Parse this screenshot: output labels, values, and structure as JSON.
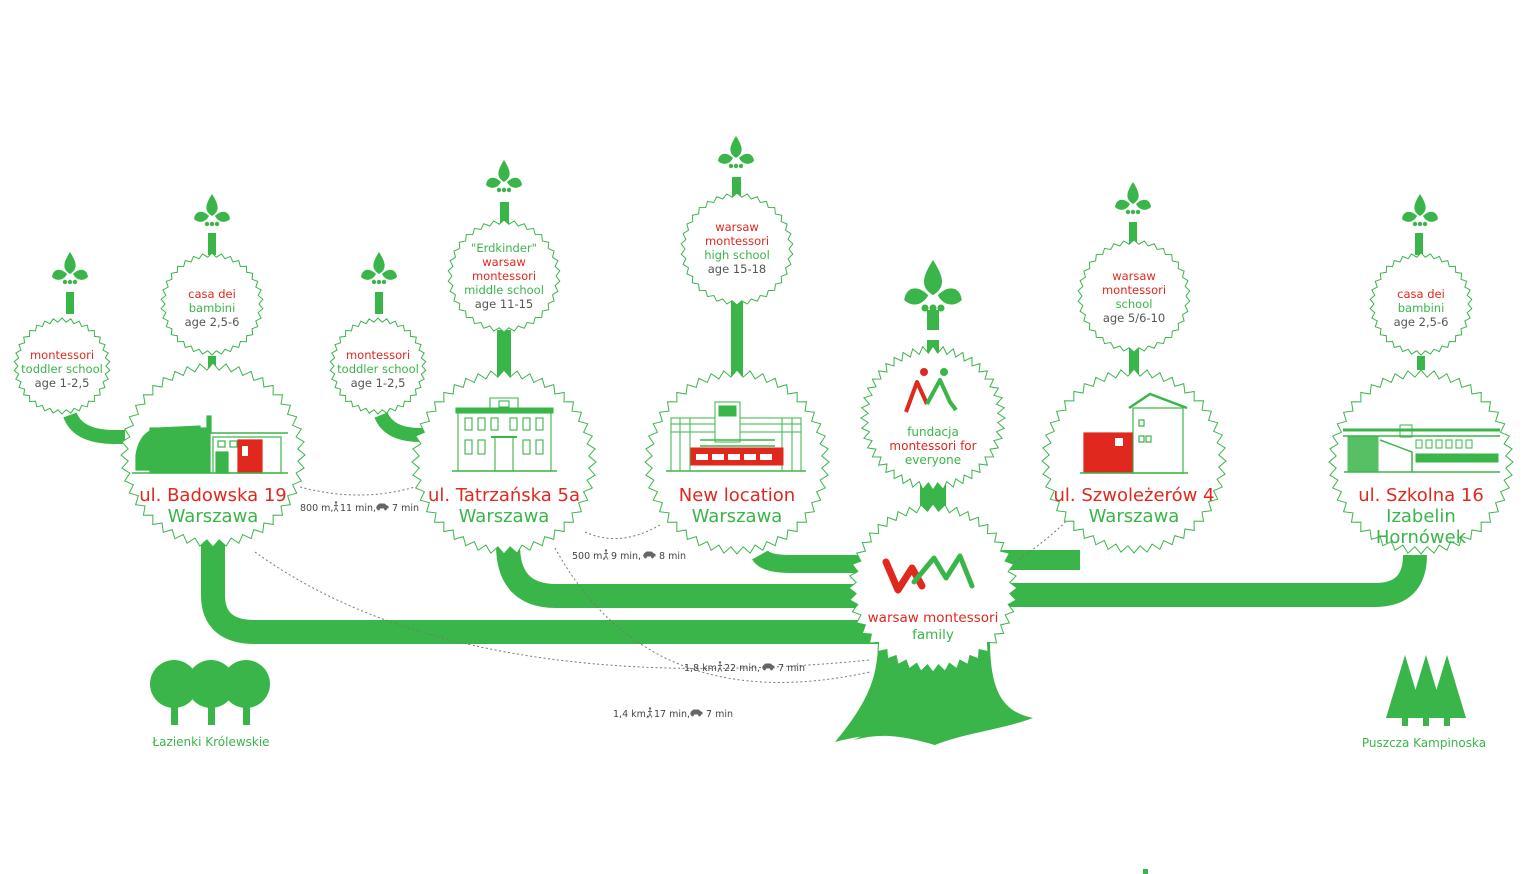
{
  "colors": {
    "green": "#3ab54a",
    "red": "#e0281e",
    "text_grey": "#555555"
  },
  "schools": [
    {
      "id": "badowska",
      "title_line1": "ul. Badowska 19",
      "title_line2": "Warszawa",
      "title_line3": ""
    },
    {
      "id": "tatrzanska",
      "title_line1": "ul. Tatrzańska 5a",
      "title_line2": "Warszawa",
      "title_line3": ""
    },
    {
      "id": "new-location",
      "title_line1": "New location",
      "title_line2": "Warszawa",
      "title_line3": ""
    },
    {
      "id": "szwolezerow",
      "title_line1": "ul. Szwoleżerów 4",
      "title_line2": "Warszawa",
      "title_line3": ""
    },
    {
      "id": "szkolna",
      "title_line1": "ul. Szkolna 16",
      "title_line2": "Izabelin",
      "title_line3": "Hornówek"
    }
  ],
  "programs": [
    {
      "id": "toddler-1",
      "line1": "montessori",
      "line2": "toddler school",
      "line3": "age 1-2,5",
      "line4": "",
      "line5": ""
    },
    {
      "id": "bambini-1",
      "line1": "casa dei",
      "line2": "bambini",
      "line3": "age 2,5-6",
      "line4": "",
      "line5": ""
    },
    {
      "id": "toddler-2",
      "line1": "montessori",
      "line2": "toddler school",
      "line3": "age 1-2,5",
      "line4": "",
      "line5": ""
    },
    {
      "id": "erdkinder",
      "line1": "\"Erdkinder\"",
      "line2": "warsaw",
      "line3": "montessori",
      "line4": "middle school",
      "line5": "age 11-15"
    },
    {
      "id": "high-school",
      "line1": "warsaw",
      "line2": "montessori",
      "line3": "high school",
      "line4": "age 15-18",
      "line5": ""
    },
    {
      "id": "school-5-10",
      "line1": "warsaw",
      "line2": "montessori",
      "line3": "school",
      "line4": "age 5/6-10",
      "line5": ""
    },
    {
      "id": "bambini-2",
      "line1": "casa dei",
      "line2": "bambini",
      "line3": "age 2,5-6",
      "line4": "",
      "line5": ""
    }
  ],
  "foundation": {
    "line1": "fundacja",
    "line2": "montessori for",
    "line3": "everyone"
  },
  "family": {
    "line1": "warsaw montessori",
    "line2": "family"
  },
  "distances": {
    "d1": {
      "distance": "800 m,",
      "walk": "11 min,",
      "car": "7 min"
    },
    "d2": {
      "distance": "500 m,",
      "walk": "9 min,",
      "car": "8 min"
    },
    "d3": {
      "distance": "1,8 km,",
      "walk": "22 min,",
      "car": "7 min"
    },
    "d4": {
      "distance": "1,4 km,",
      "walk": "17 min,",
      "car": "7 min"
    }
  },
  "landmarks": {
    "park": "Łazienki Królewskie",
    "forest": "Puszcza Kampinoska"
  },
  "icons": [
    "sprout-icon",
    "tree-icon",
    "pine-tree-icon",
    "walking-person-icon",
    "car-icon",
    "building-icon",
    "wm-logo-icon"
  ]
}
